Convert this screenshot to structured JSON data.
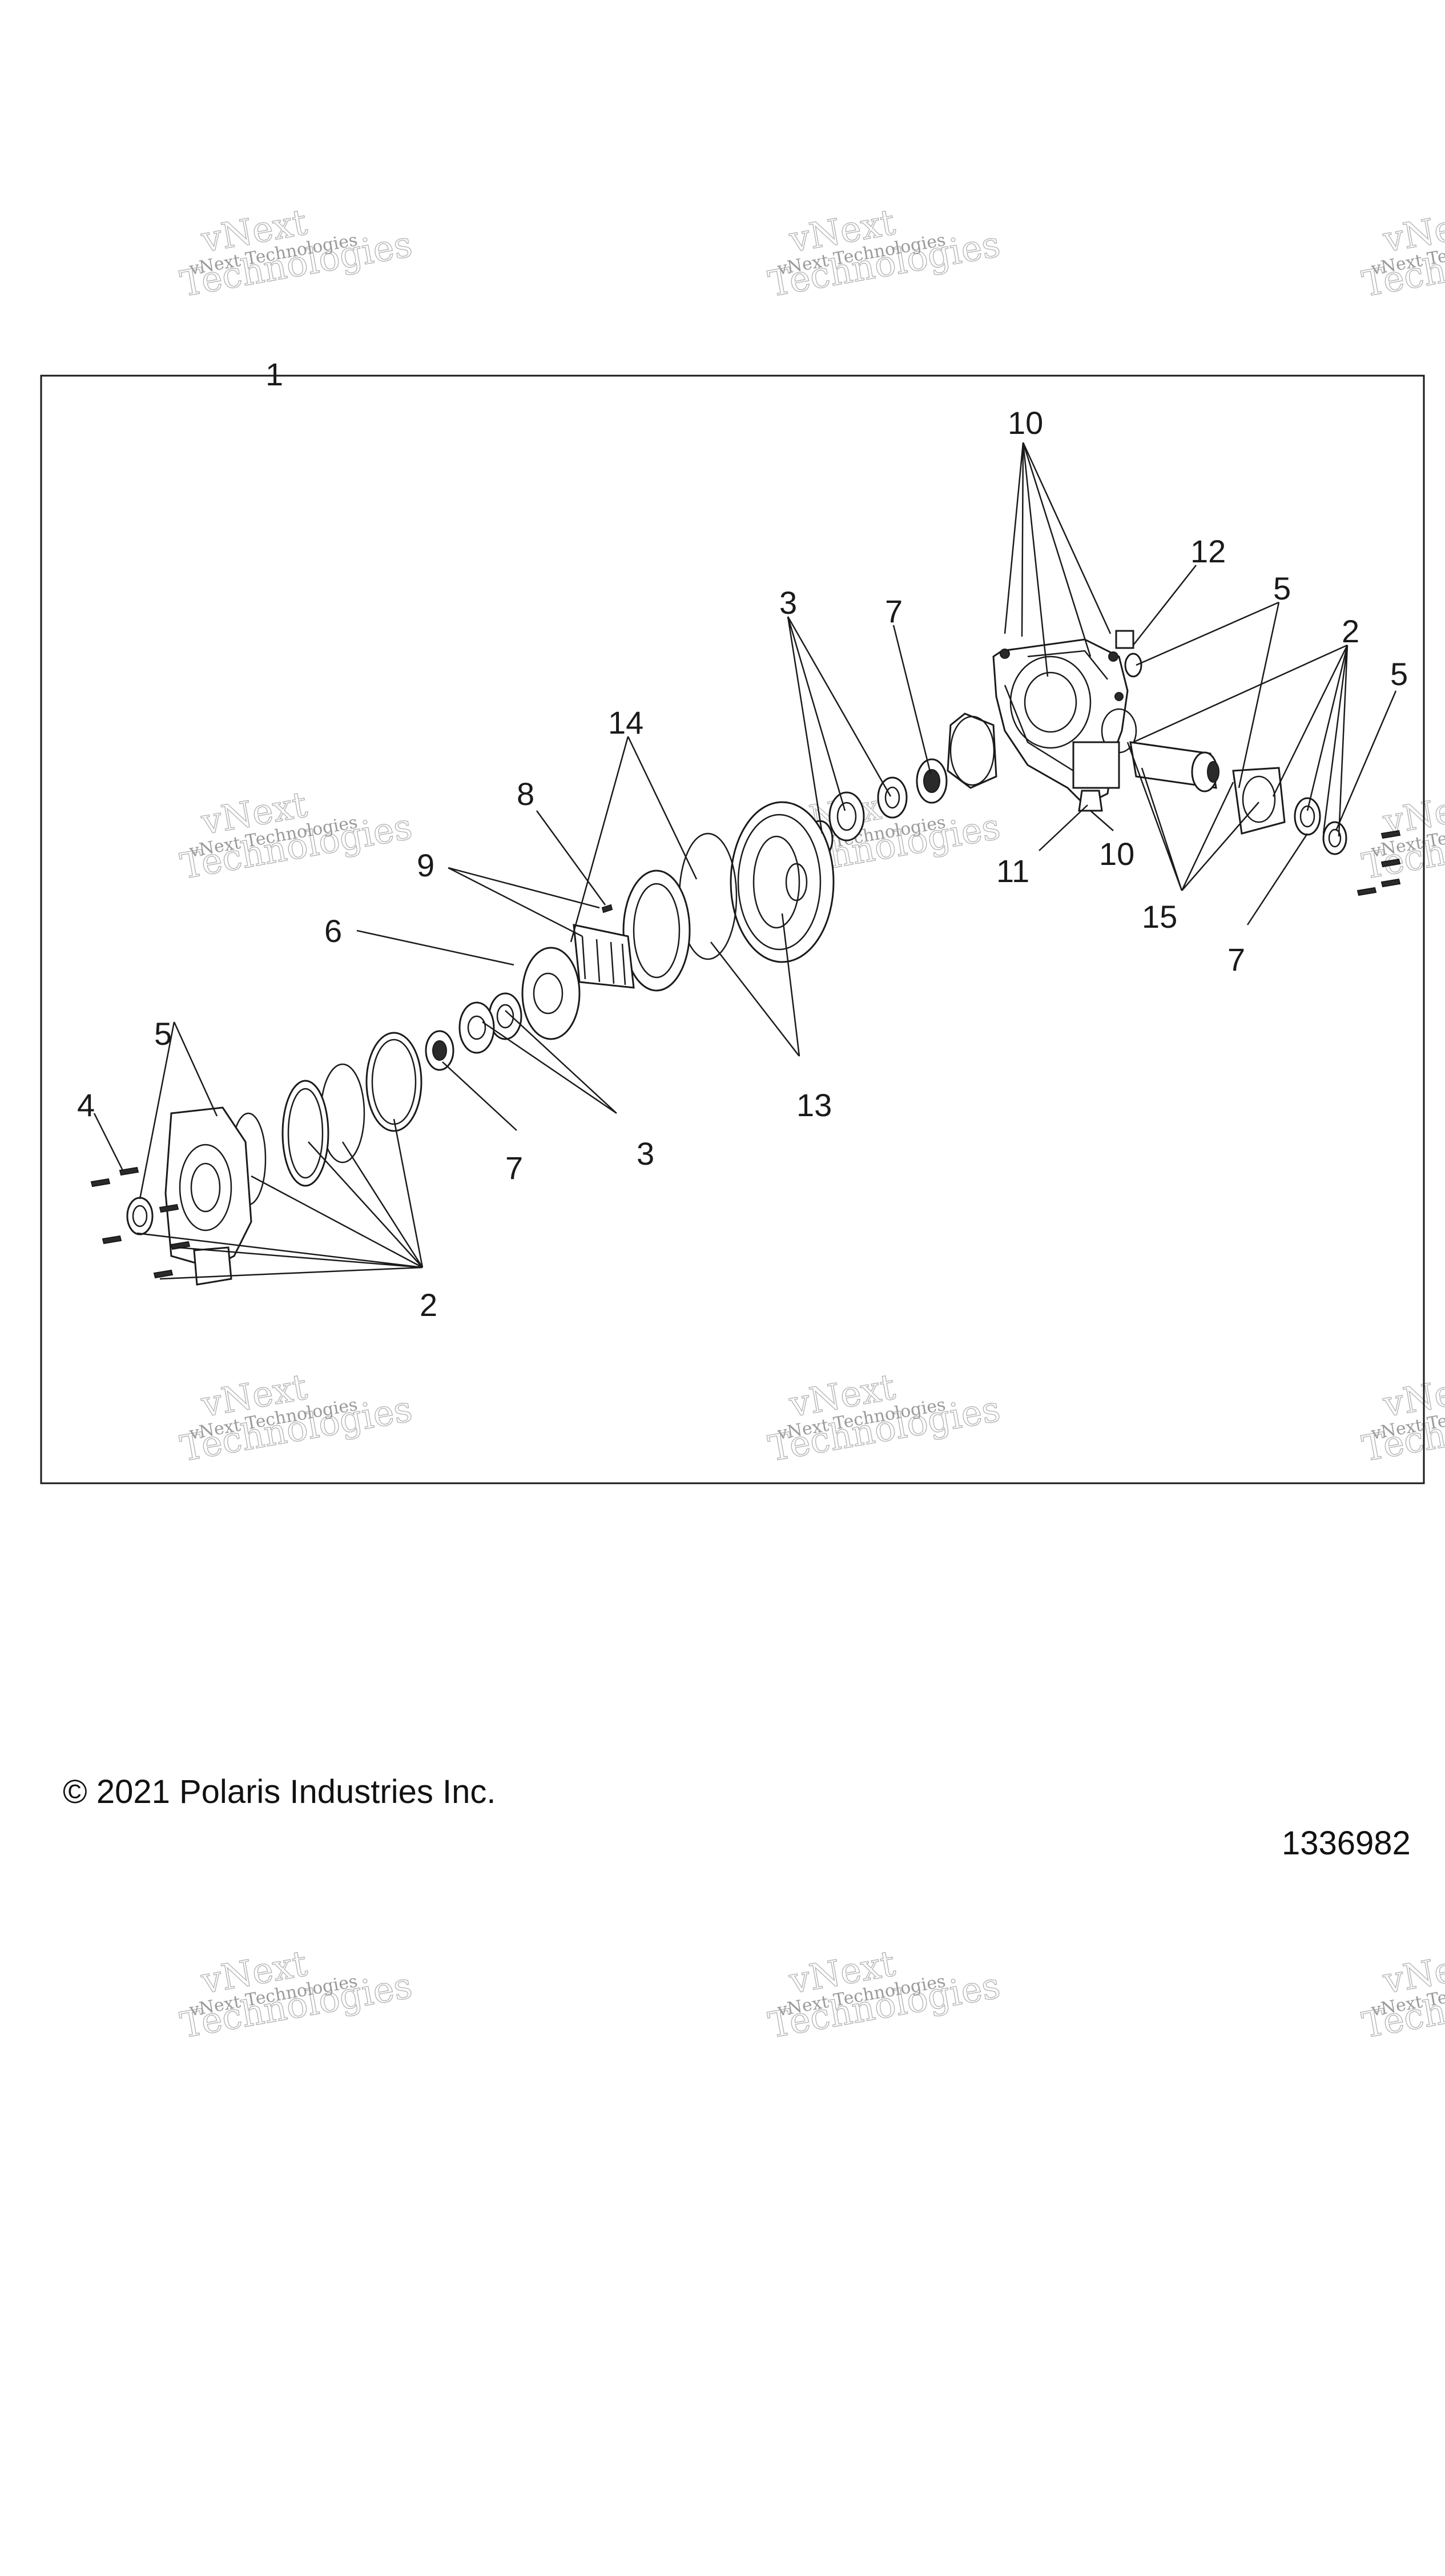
{
  "diagram": {
    "assembly_callout": "1",
    "callouts": [
      "10",
      "12",
      "5",
      "2",
      "5",
      "3",
      "7",
      "14",
      "8",
      "9",
      "6",
      "3",
      "7",
      "13",
      "11",
      "10",
      "15",
      "7",
      "5",
      "4",
      "2"
    ],
    "watermark": {
      "line1": "vNext Technologies",
      "line2": "vNext",
      "line3": "Technologies"
    }
  },
  "footer": {
    "copyright": "© 2021 Polaris Industries Inc.",
    "drawing_number": "1336982"
  }
}
